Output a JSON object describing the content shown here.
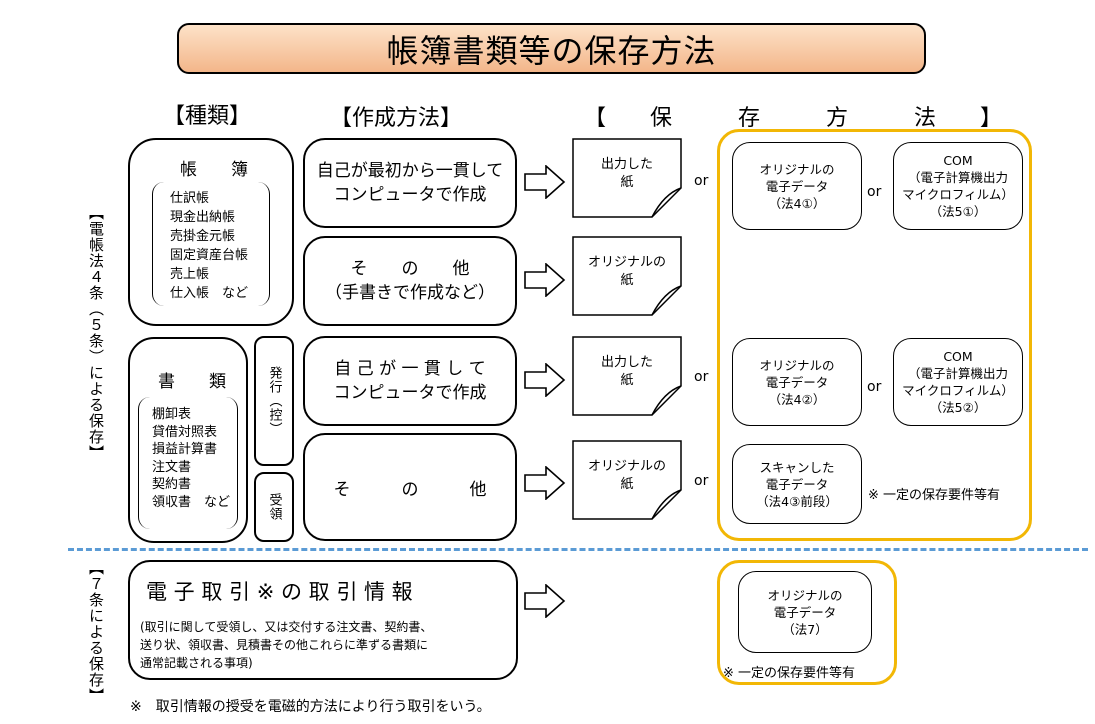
{
  "title": "帳簿書類等の保存方法",
  "headers": {
    "kind": "【種類】",
    "method": "【作成方法】",
    "storage": "【　　保　　　存　　　方　　　法　　】"
  },
  "side_labels": {
    "law4": "【電帳法４条（５条）による保存】",
    "law7": "【７条による保存】"
  },
  "ledger": {
    "title": "帳　　簿",
    "items": "仕訳帳\n現金出納帳\n売掛金元帳\n固定資産台帳\n売上帳\n仕入帳　など"
  },
  "documents": {
    "title": "書　　類",
    "items": "棚卸表\n貸借対照表\n損益計算書\n注文書\n契約書\n領収書　など",
    "issue": "発行（控）",
    "receive": "受領"
  },
  "methods": {
    "m1": "自己が最初から一貫して\nコンピュータで作成",
    "m2": "そ　　の　　他\n（手書きで作成など）",
    "m3": "自 己 が 一 貫 し て\nコンピュータで作成",
    "m4": "そ　　　の　　　他"
  },
  "papers": {
    "p1": "出力した\n紙",
    "p2": "オリジナルの\n紙",
    "p3": "出力した\n紙",
    "p4": "オリジナルの\n紙"
  },
  "or_label": "or",
  "storage_nodes": {
    "s1": "オリジナルの\n電子データ\n（法4①）",
    "s2": "COM\n（電子計算機出力\nマイクロフィルム）\n（法5①）",
    "s3": "オリジナルの\n電子データ\n（法4②）",
    "s4": "COM\n（電子計算機出力\nマイクロフィルム）\n（法5②）",
    "s5": "スキャンした\n電子データ\n（法4③前段）",
    "s6": "オリジナルの\n電子データ\n（法7）"
  },
  "notes": {
    "req1": "※ 一定の保存要件等有",
    "req2": "※ 一定の保存要件等有",
    "footnote": "※　取引情報の授受を電磁的方法により行う取引をいう。"
  },
  "edt": {
    "title": "電 子 取 引 ※ の 取 引 情 報",
    "desc": "(取引に関して受領し、又は交付する注文書、契約書、\n送り状、領収書、見積書その他これらに準ずる書類に\n通常記載される事項)"
  },
  "colors": {
    "title_bg": "#f3b68a",
    "highlight_border": "#f2b705",
    "divider": "#5b9bd5"
  }
}
